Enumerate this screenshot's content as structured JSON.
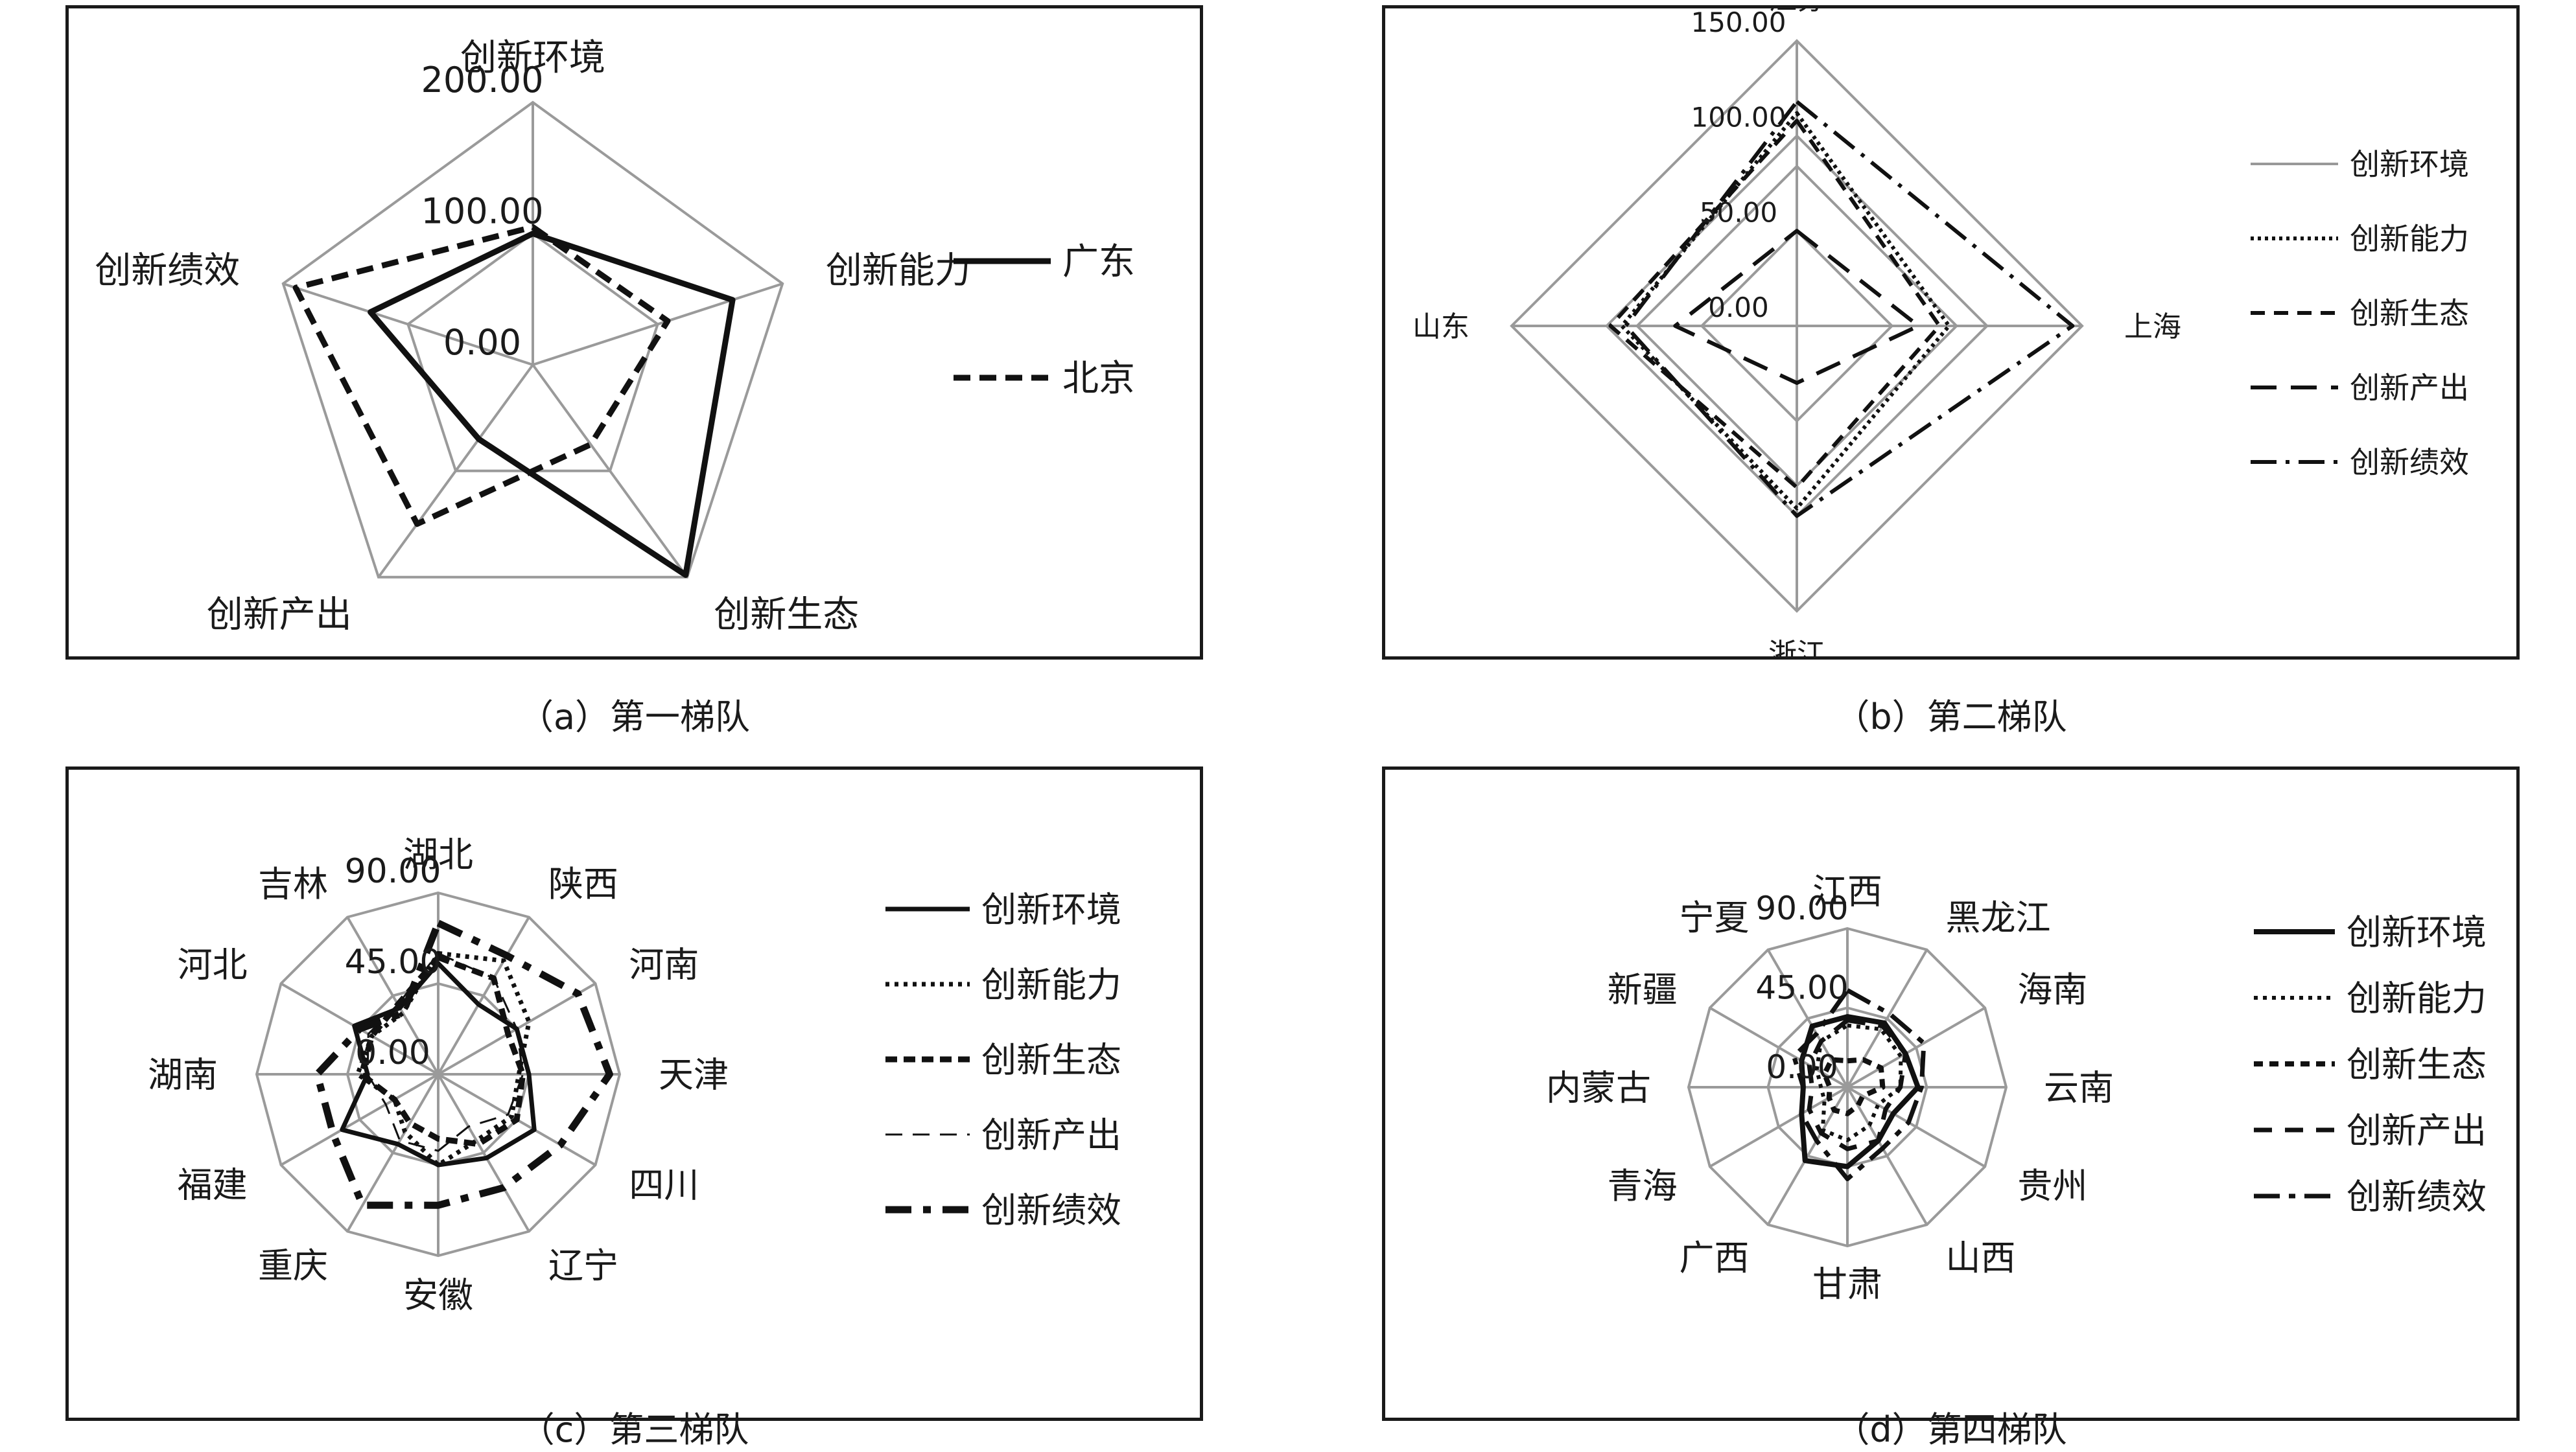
{
  "chart_data": [
    {
      "type": "radar",
      "caption": "（a）第一梯队",
      "axes": [
        "创新环境",
        "创新能力",
        "创新生态",
        "创新产出",
        "创新绩效"
      ],
      "ticks": [
        "0.00",
        "100.00",
        "200.00"
      ],
      "rmax": 200,
      "series": [
        {
          "name": "广东",
          "values": [
            100,
            160,
            198,
            70,
            130
          ]
        },
        {
          "name": "北京",
          "values": [
            105,
            108,
            75,
            150,
            190
          ]
        }
      ]
    },
    {
      "type": "radar",
      "caption": "（b）第二梯队",
      "axes": [
        "江苏",
        "上海",
        "浙江",
        "山东"
      ],
      "ticks": [
        "0.00",
        "50.00",
        "100.00",
        "150.00"
      ],
      "rmax": 150,
      "series": [
        {
          "name": "创新环境",
          "values": [
            84,
            84,
            84,
            84
          ]
        },
        {
          "name": "创新能力",
          "values": [
            112,
            80,
            96,
            92
          ]
        },
        {
          "name": "创新生态",
          "values": [
            108,
            75,
            85,
            98
          ]
        },
        {
          "name": "创新产出",
          "values": [
            50,
            64,
            30,
            64
          ]
        },
        {
          "name": "创新绩效",
          "values": [
            118,
            145,
            100,
            90
          ]
        }
      ]
    },
    {
      "type": "radar",
      "caption": "（c）第三梯队",
      "axes": [
        "湖北",
        "陕西",
        "河南",
        "天津",
        "四川",
        "辽宁",
        "安徽",
        "重庆",
        "福建",
        "湖南",
        "河北",
        "吉林"
      ],
      "ticks": [
        "0.00",
        "45.00",
        "90.00"
      ],
      "rmax": 90,
      "series": [
        {
          "name": "创新环境",
          "values": [
            55,
            40,
            45,
            45,
            55,
            48,
            45,
            40,
            55,
            35,
            48,
            38
          ]
        },
        {
          "name": "创新能力",
          "values": [
            60,
            65,
            52,
            40,
            42,
            38,
            45,
            33,
            25,
            40,
            38,
            35
          ]
        },
        {
          "name": "创新生态",
          "values": [
            58,
            55,
            40,
            42,
            45,
            40,
            32,
            28,
            25,
            38,
            38,
            40
          ]
        },
        {
          "name": "创新产出",
          "values": [
            60,
            55,
            45,
            42,
            40,
            30,
            38,
            38,
            30,
            35,
            40,
            40
          ]
        },
        {
          "name": "创新绩效",
          "values": [
            75,
            68,
            80,
            85,
            70,
            65,
            65,
            75,
            60,
            60,
            45,
            35
          ]
        }
      ]
    },
    {
      "type": "radar",
      "caption": "（d）第四梯队",
      "axes": [
        "江西",
        "黑龙江",
        "海南",
        "云南",
        "贵州",
        "山西",
        "甘肃",
        "广西",
        "青海",
        "内蒙古",
        "新疆",
        "宁夏"
      ],
      "ticks": [
        "0.00",
        "45.00",
        "90.00"
      ],
      "rmax": 90,
      "series": [
        {
          "name": "创新环境",
          "values": [
            40,
            42,
            38,
            40,
            30,
            35,
            45,
            48,
            30,
            25,
            30,
            40
          ]
        },
        {
          "name": "创新能力",
          "values": [
            35,
            38,
            35,
            30,
            20,
            25,
            30,
            28,
            15,
            15,
            20,
            30
          ]
        },
        {
          "name": "创新生态",
          "values": [
            15,
            18,
            22,
            20,
            10,
            12,
            15,
            15,
            12,
            10,
            15,
            18
          ]
        },
        {
          "name": "创新产出",
          "values": [
            38,
            40,
            38,
            30,
            25,
            35,
            35,
            30,
            25,
            20,
            25,
            30
          ]
        },
        {
          "name": "创新绩效",
          "values": [
            55,
            48,
            50,
            42,
            40,
            40,
            52,
            35,
            30,
            25,
            35,
            35
          ]
        }
      ]
    }
  ]
}
